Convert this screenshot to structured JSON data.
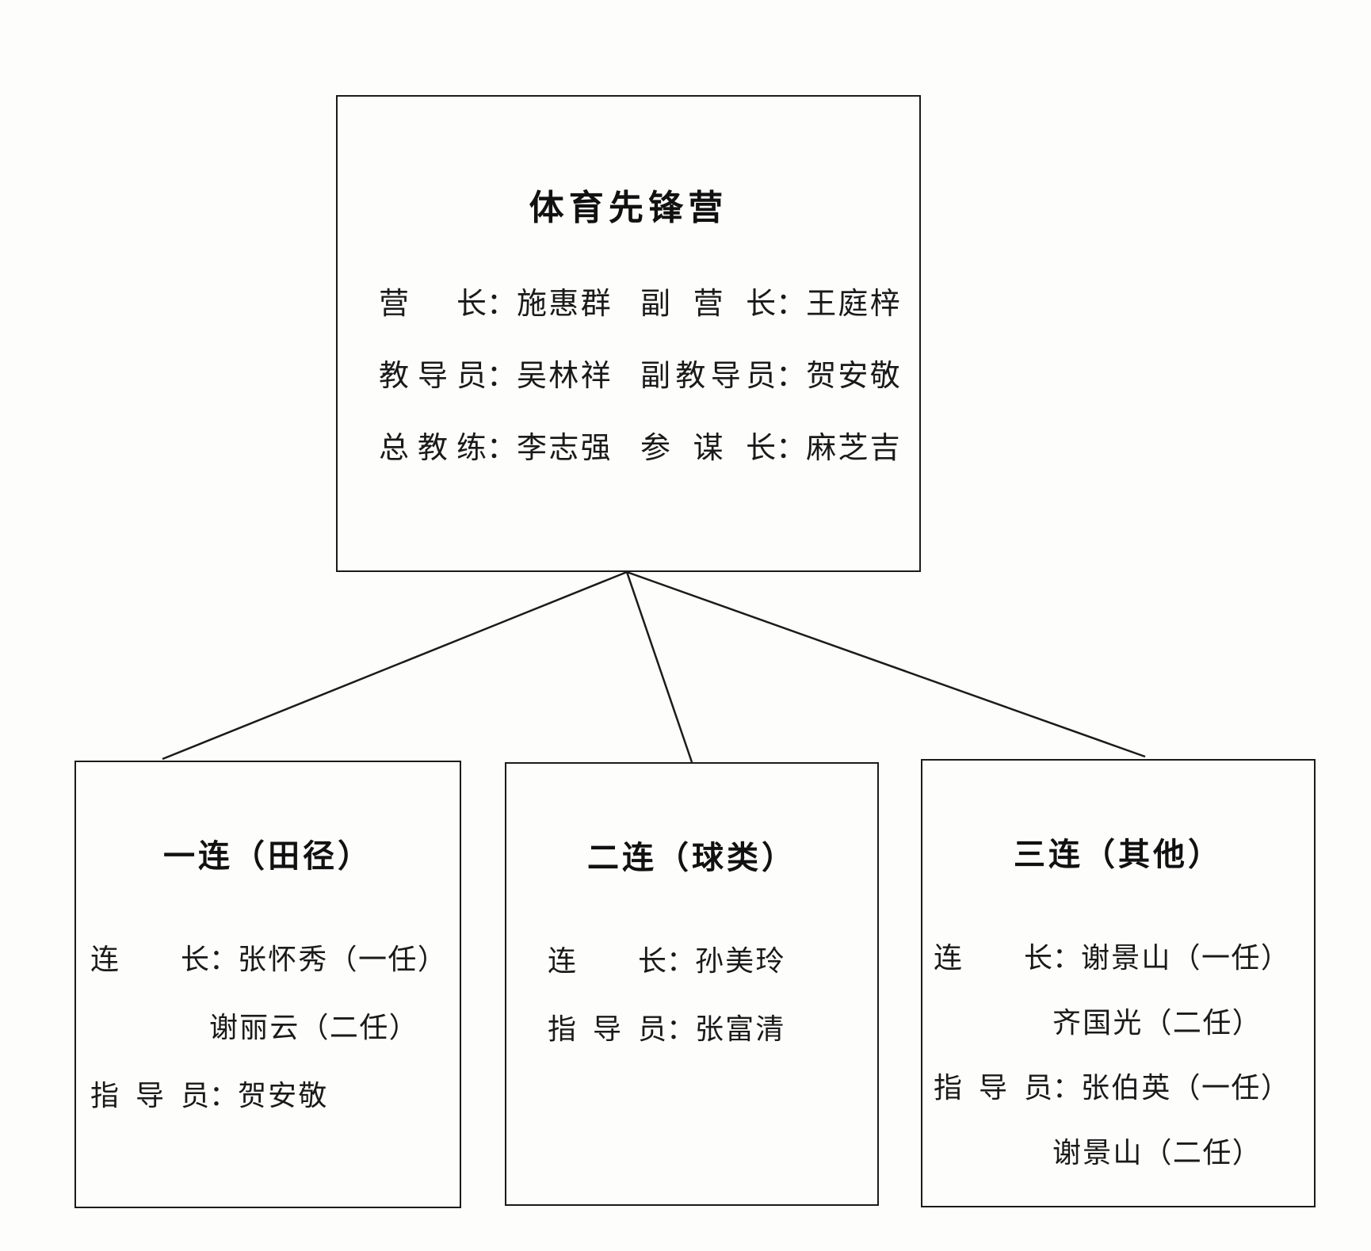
{
  "chart_type": "organization-chart",
  "root": {
    "title": "体育先锋营",
    "rows": [
      {
        "left": {
          "label": "营　长",
          "colon": "：",
          "name": "施惠群"
        },
        "right": {
          "label": "副 营 长",
          "colon": "：",
          "name": "王庭梓"
        }
      },
      {
        "left": {
          "label": "教导员",
          "colon": "：",
          "name": "吴林祥"
        },
        "right": {
          "label": "副教导员",
          "colon": "：",
          "name": "贺安敬"
        }
      },
      {
        "left": {
          "label": "总教练",
          "colon": "：",
          "name": "李志强"
        },
        "right": {
          "label": "参 谋 长",
          "colon": "：",
          "name": "麻芝吉"
        }
      }
    ]
  },
  "children": [
    {
      "title": "一连（田径）",
      "entries": [
        {
          "label": "连　长",
          "colon": "：",
          "name": "张怀秀",
          "term": "（一任）"
        },
        {
          "label": "",
          "colon": "",
          "name": "谢丽云",
          "term": "（二任）"
        },
        {
          "label": "指导员",
          "colon": "：",
          "name": "贺安敬",
          "term": ""
        }
      ]
    },
    {
      "title": "二连（球类）",
      "entries": [
        {
          "label": "连　长",
          "colon": "：",
          "name": "孙美玲",
          "term": ""
        },
        {
          "label": "指导员",
          "colon": "：",
          "name": "张富清",
          "term": ""
        }
      ]
    },
    {
      "title": "三连（其他）",
      "entries": [
        {
          "label": "连　长",
          "colon": "：",
          "name": "谢景山",
          "term": "（一任）"
        },
        {
          "label": "",
          "colon": "",
          "name": "齐国光",
          "term": "（二任）"
        },
        {
          "label": "指导员",
          "colon": "：",
          "name": "张伯英",
          "term": "（一任）"
        },
        {
          "label": "",
          "colon": "",
          "name": "谢景山",
          "term": "（二任）"
        }
      ]
    }
  ],
  "colors": {
    "ink": "#1b1b1b",
    "paper": "#fdfdfc"
  }
}
